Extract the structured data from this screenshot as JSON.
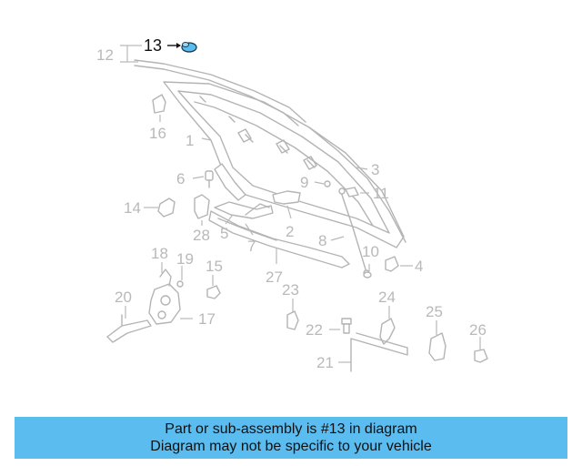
{
  "highlight": {
    "number": "13",
    "color": "#5bbcf0"
  },
  "callouts": {
    "c1": "1",
    "c2": "2",
    "c3": "3",
    "c4": "4",
    "c5": "5",
    "c6": "6",
    "c7": "7",
    "c8": "8",
    "c9": "9",
    "c10": "10",
    "c11": "11",
    "c12": "12",
    "c14": "14",
    "c15": "15",
    "c16": "16",
    "c17": "17",
    "c18": "18",
    "c19": "19",
    "c20": "20",
    "c21": "21",
    "c22": "22",
    "c23": "23",
    "c24": "24",
    "c25": "25",
    "c26": "26",
    "c27": "27",
    "c28": "28"
  },
  "caption": {
    "line1": "Part or sub-assembly is #13 in diagram",
    "line2": "Diagram may not be specific to your vehicle"
  }
}
